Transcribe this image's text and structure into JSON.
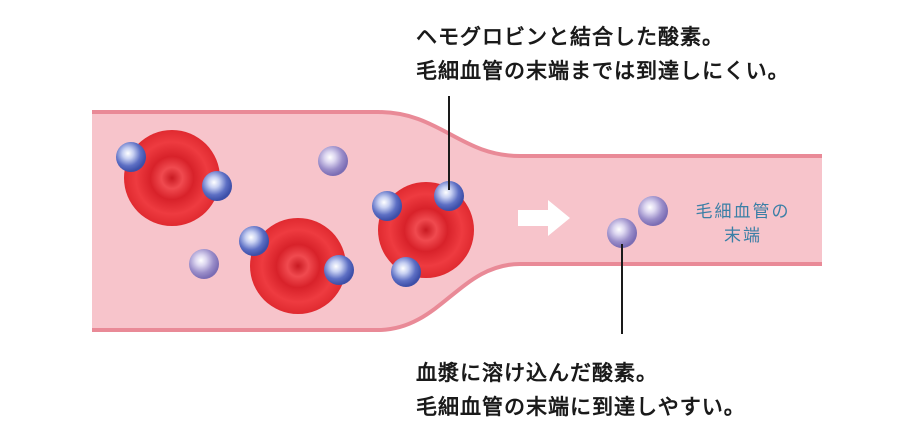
{
  "callouts": {
    "hemoglobin": {
      "line1": "ヘモグロビンと結合した酸素。",
      "line2": "毛細血管の末端までは到達しにくい。"
    },
    "plasma": {
      "line1": "血漿に溶け込んだ酸素。",
      "line2": "毛細血管の末端に到達しやすい。"
    }
  },
  "capillary_label": {
    "line1": "毛細血管の",
    "line2": "末端"
  },
  "colors": {
    "vessel_fill": "#f7c4cb",
    "vessel_wall": "#e98a97",
    "red_cell": "#e8282f",
    "bound_oxygen": "#5a6cc0",
    "dissolved_oxygen": "#9a8dc9",
    "arrow": "#ffffff",
    "label_text": "#3b7fa6"
  }
}
